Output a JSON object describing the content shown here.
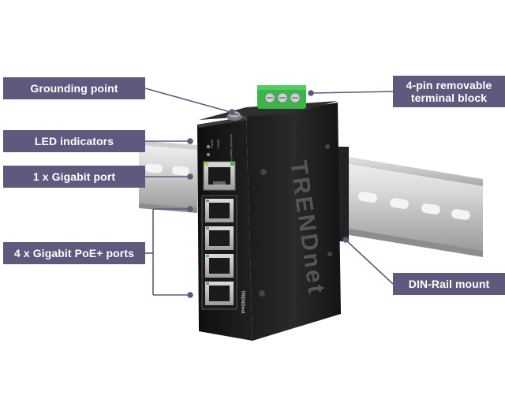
{
  "callouts": {
    "grounding_point": "Grounding point",
    "led_indicators": "LED indicators",
    "gigabit_port": "1 x Gigabit port",
    "poe_ports": "4 x Gigabit PoE+ ports",
    "terminal_block_line1": "4-pin removable",
    "terminal_block_line2": "terminal block",
    "din_rail_mount": "DIN-Rail mount"
  },
  "device": {
    "brand_logo_text": "TRENDnet",
    "front_logo_text": "TRENDnet",
    "front_model_text": "Industrial Gigabit PoE+ Switch",
    "led_labels": [
      "PWR1",
      "PWR2"
    ]
  },
  "colors": {
    "callout_bg": "#5d5a7e",
    "callout_text": "#ffffff",
    "leader_line": "#5d5a7e",
    "terminal_green": "#39b54a"
  }
}
